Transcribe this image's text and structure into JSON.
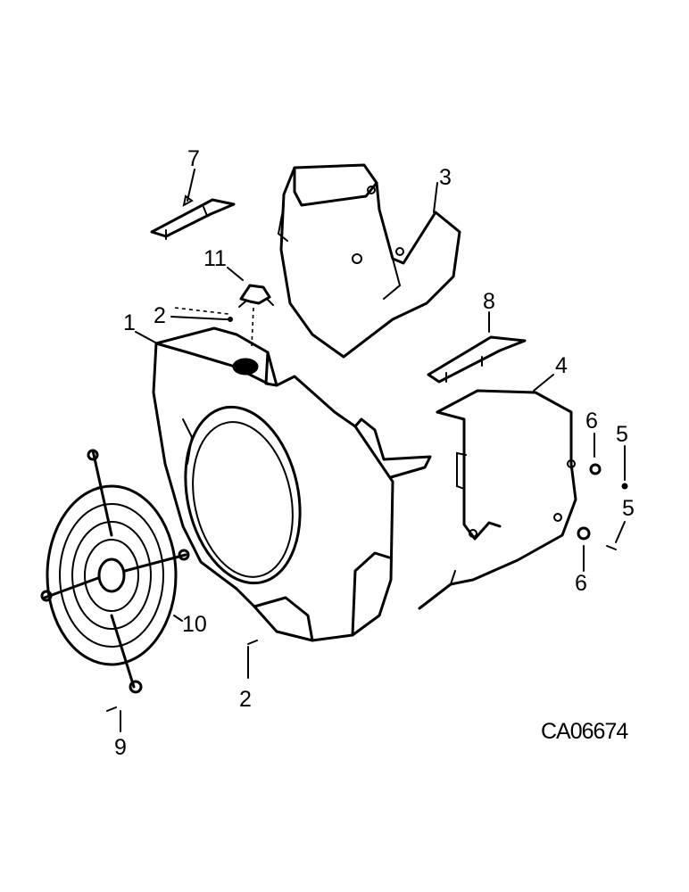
{
  "callouts": {
    "c1": "1",
    "c2_top": "2",
    "c2_bottom": "2",
    "c3": "3",
    "c4": "4",
    "c5_top": "5",
    "c5_bottom": "5",
    "c6_top": "6",
    "c6_bottom": "6",
    "c7": "7",
    "c8": "8",
    "c9": "9",
    "c10": "10",
    "c11": "11"
  },
  "drawing_code": "CA06674"
}
